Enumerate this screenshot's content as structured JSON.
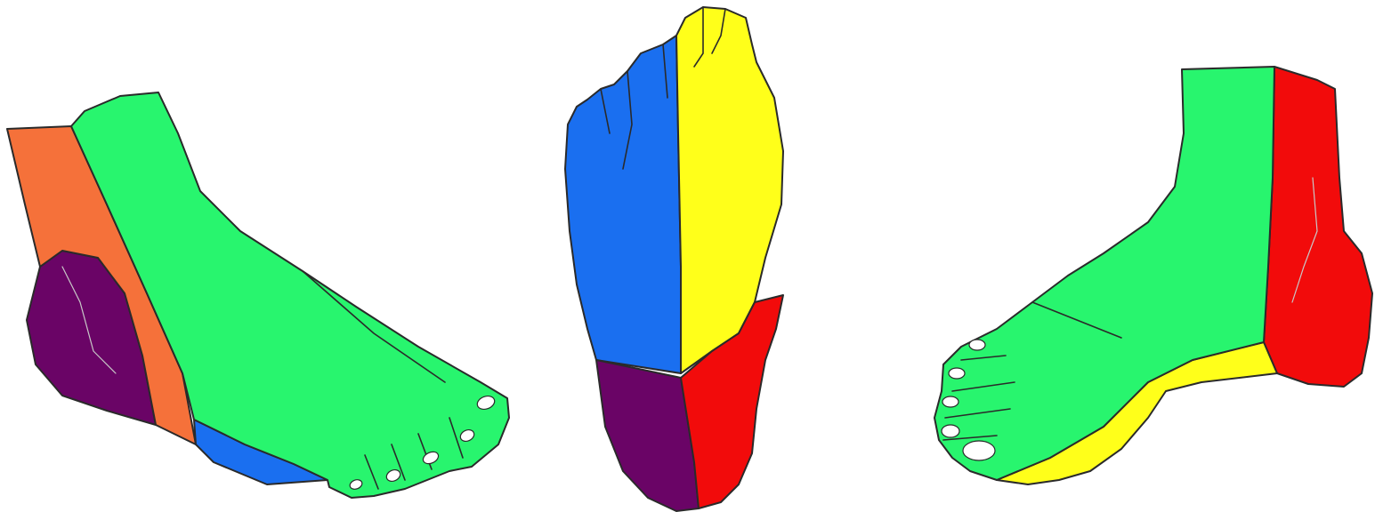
{
  "figure": {
    "views": [
      "medial-foot",
      "plantar-foot",
      "lateral-foot"
    ]
  },
  "colors": {
    "green": "#28f56e",
    "orange": "#f5713a",
    "purple": "#6a0466",
    "blue": "#1a6ff0",
    "yellow": "#ffff1a",
    "red": "#f20b0b",
    "outline": "#2a2a2a",
    "background": "#ffffff"
  }
}
